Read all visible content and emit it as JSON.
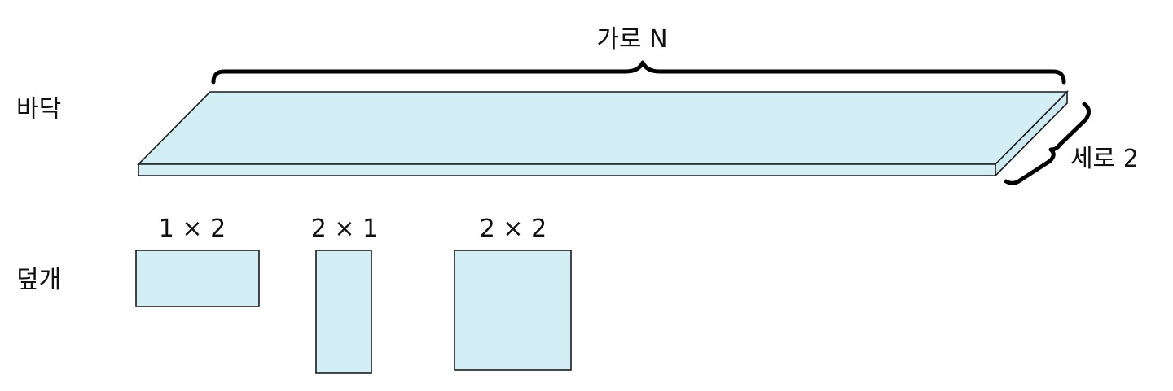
{
  "labels": {
    "floor": "바닥",
    "tiles": "덮개",
    "width": "가로 N",
    "height": "세로 2"
  },
  "tiles": [
    {
      "label": "1 × 2"
    },
    {
      "label": "2 × 1"
    },
    {
      "label": "2 × 2"
    }
  ],
  "colors": {
    "fill": "#d4eef5",
    "side": "#cdeaf2",
    "stroke": "#1a1a1a",
    "brace": "#000000",
    "text": "#111111"
  }
}
